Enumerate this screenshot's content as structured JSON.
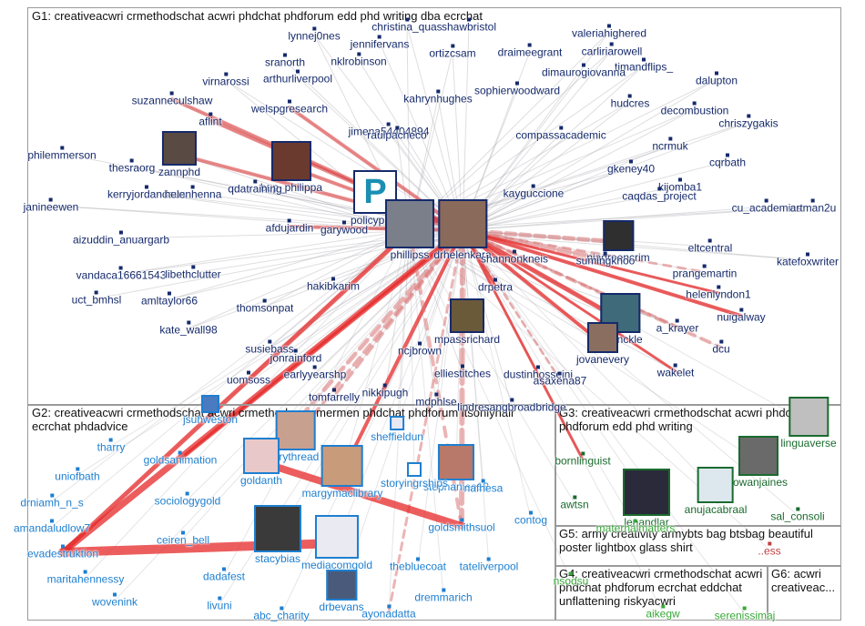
{
  "groups": [
    {
      "id": "G1",
      "title": "G1: creativeacwri crmethodschat acwri phdchat phdforum edd phd writing dba ecrchat",
      "color": "#152a6b"
    },
    {
      "id": "G2",
      "title": "G2: creativeacwri crmethodschat acwri crmethods gaymermen phdchat phdforum itsonlyhair ecrchat phdadvice",
      "color": "#1e7fd0"
    },
    {
      "id": "G3",
      "title": "G3: creativeacwri crmethodschat acwri phdchat phdforum edd phd writing",
      "color": "#1a6b2e"
    },
    {
      "id": "G5",
      "title": "G5: army creativity armybts bag btsbag beautiful poster lightbox glass shirt",
      "color": "#c04040"
    },
    {
      "id": "G4",
      "title": "G4: creativeacwri crmethodschat acwri phdchat phdforum ecrchat eddchat unflattening riskyacwri",
      "color": "#38a838"
    },
    {
      "id": "G6",
      "title": "G6: acwri creativeac...",
      "color": "#6a6a2a"
    }
  ],
  "nodes": [
    {
      "g": "G1",
      "label": "christina_quas"
    },
    {
      "g": "G1",
      "label": "shawbristol"
    },
    {
      "g": "G1",
      "label": "lynnej0nes"
    },
    {
      "g": "G1",
      "label": "jennifervans"
    },
    {
      "g": "G1",
      "label": "valeriahighered"
    },
    {
      "g": "G1",
      "label": "sranorth"
    },
    {
      "g": "G1",
      "label": "ortizcsam"
    },
    {
      "g": "G1",
      "label": "draimeegrant"
    },
    {
      "g": "G1",
      "label": "carliriarowell"
    },
    {
      "g": "G1",
      "label": "nklrobinson"
    },
    {
      "g": "G1",
      "label": "timandflips_"
    },
    {
      "g": "G1",
      "label": "dimaurogiovanna"
    },
    {
      "g": "G1",
      "label": "virnarossi"
    },
    {
      "g": "G1",
      "label": "arthurliverpool"
    },
    {
      "g": "G1",
      "label": "dalupton"
    },
    {
      "g": "G1",
      "label": "sophierwoodward"
    },
    {
      "g": "G1",
      "label": "kahrynhughes"
    },
    {
      "g": "G1",
      "label": "suzanneculshaw"
    },
    {
      "g": "G1",
      "label": "hudcres"
    },
    {
      "g": "G1",
      "label": "welspgresearch"
    },
    {
      "g": "G1",
      "label": "decombustion"
    },
    {
      "g": "G1",
      "label": "aflint"
    },
    {
      "g": "G1",
      "label": "chriszygakis"
    },
    {
      "g": "G1",
      "label": "jimena54404894"
    },
    {
      "g": "G1",
      "label": "raulpacheco"
    },
    {
      "g": "G1",
      "label": "compassacademic"
    },
    {
      "g": "G1",
      "label": "ncrmuk"
    },
    {
      "g": "G1",
      "label": "philemmerson"
    },
    {
      "g": "G1",
      "label": "zannphd",
      "avatar": true
    },
    {
      "g": "G1",
      "label": "bup_philippa",
      "avatar": true
    },
    {
      "g": "G1",
      "label": "thesraorg"
    },
    {
      "g": "G1",
      "label": "cqrbath"
    },
    {
      "g": "G1",
      "label": "gkeney40"
    },
    {
      "g": "G1",
      "label": "policypres",
      "avatar": true,
      "logo": "P"
    },
    {
      "g": "G1",
      "label": "kerryjordandaus"
    },
    {
      "g": "G1",
      "label": "helenhenna"
    },
    {
      "g": "G1",
      "label": "qdatraining"
    },
    {
      "g": "G1",
      "label": "kijomba1"
    },
    {
      "g": "G1",
      "label": "kayguccione"
    },
    {
      "g": "G1",
      "label": "caqdas_project"
    },
    {
      "g": "G1",
      "label": "janineewen"
    },
    {
      "g": "G1",
      "label": "cu_academics"
    },
    {
      "g": "G1",
      "label": "artman2u"
    },
    {
      "g": "G1",
      "label": "aizuddin_anuargarb"
    },
    {
      "g": "G1",
      "label": "afdujardin"
    },
    {
      "g": "G1",
      "label": "garywood"
    },
    {
      "g": "G1",
      "label": "phillipss",
      "avatar": true
    },
    {
      "g": "G1",
      "label": "drhelenkara",
      "avatar": true
    },
    {
      "g": "G1",
      "label": "niagreencrim",
      "avatar": true
    },
    {
      "g": "G1",
      "label": "eltcentral"
    },
    {
      "g": "G1",
      "label": "vandaca16661543"
    },
    {
      "g": "G1",
      "label": "libethclutter"
    },
    {
      "g": "G1",
      "label": "shannonkneis"
    },
    {
      "g": "G1",
      "label": "sumingkhoo"
    },
    {
      "g": "G1",
      "label": "katefoxwriter"
    },
    {
      "g": "G1",
      "label": "uct_bmhsl"
    },
    {
      "g": "G1",
      "label": "amltaylor66"
    },
    {
      "g": "G1",
      "label": "hakibkarim"
    },
    {
      "g": "G1",
      "label": "drpetra"
    },
    {
      "g": "G1",
      "label": "prangemartin"
    },
    {
      "g": "G1",
      "label": "thomsonpat"
    },
    {
      "g": "G1",
      "label": "helenlyndon1"
    },
    {
      "g": "G1",
      "label": "kate_wall98"
    },
    {
      "g": "G1",
      "label": "mpassrichard",
      "avatar": true
    },
    {
      "g": "G1",
      "label": "kayinckle",
      "avatar": true
    },
    {
      "g": "G1",
      "label": "nuigalway"
    },
    {
      "g": "G1",
      "label": "susiebass"
    },
    {
      "g": "G1",
      "label": "jonrainford"
    },
    {
      "g": "G1",
      "label": "a_krayer"
    },
    {
      "g": "G1",
      "label": "ncjbrown"
    },
    {
      "g": "G1",
      "label": "jovanevery",
      "avatar": true
    },
    {
      "g": "G1",
      "label": "dcu"
    },
    {
      "g": "G1",
      "label": "uomsoss"
    },
    {
      "g": "G1",
      "label": "earlyyearshp"
    },
    {
      "g": "G1",
      "label": "elliestitches"
    },
    {
      "g": "G1",
      "label": "dustinhosseini"
    },
    {
      "g": "G1",
      "label": "wakelet"
    },
    {
      "g": "G1",
      "label": "asaxena87"
    },
    {
      "g": "G1",
      "label": "nikkipugh"
    },
    {
      "g": "G1",
      "label": "tomfarrelly"
    },
    {
      "g": "G1",
      "label": "mdphlse"
    },
    {
      "g": "G1",
      "label": "lindresangbroadbridge"
    },
    {
      "g": "G2",
      "label": "jsuhweston",
      "avatar": true
    },
    {
      "g": "G2",
      "label": "arythread",
      "avatar": true
    },
    {
      "g": "G2",
      "label": "sheffieldun",
      "avatar": true
    },
    {
      "g": "G2",
      "label": "tharry"
    },
    {
      "g": "G2",
      "label": "goldanth",
      "avatar": true
    },
    {
      "g": "G2",
      "label": "margymaclibrary",
      "avatar": true
    },
    {
      "g": "G2",
      "label": "stephanieo18",
      "avatar": true
    },
    {
      "g": "G2",
      "label": "goldsanimation"
    },
    {
      "g": "G2",
      "label": "storyingrships",
      "avatar": true
    },
    {
      "g": "G2",
      "label": "uniofbath"
    },
    {
      "g": "G2",
      "label": "nafhesa"
    },
    {
      "g": "G2",
      "label": "drniamh_n_s"
    },
    {
      "g": "G2",
      "label": "sociologygold"
    },
    {
      "g": "G2",
      "label": "contog"
    },
    {
      "g": "G2",
      "label": "amandaludlow7"
    },
    {
      "g": "G2",
      "label": "ceiren_bell"
    },
    {
      "g": "G2",
      "label": "goldsmithsuol"
    },
    {
      "g": "G2",
      "label": "evadestruktion"
    },
    {
      "g": "G2",
      "label": "stacybias",
      "avatar": true
    },
    {
      "g": "G2",
      "label": "mediacomgold",
      "avatar": true
    },
    {
      "g": "G2",
      "label": "maritahennessy"
    },
    {
      "g": "G2",
      "label": "thebluecoat"
    },
    {
      "g": "G2",
      "label": "tateliverpool"
    },
    {
      "g": "G2",
      "label": "dadafest"
    },
    {
      "g": "G2",
      "label": "wovenink"
    },
    {
      "g": "G2",
      "label": "drbevans",
      "avatar": true
    },
    {
      "g": "G2",
      "label": "dremmarich"
    },
    {
      "g": "G2",
      "label": "livuni"
    },
    {
      "g": "G2",
      "label": "abc_charity"
    },
    {
      "g": "G2",
      "label": "ayonadatta"
    },
    {
      "g": "G3",
      "label": "linguaverse",
      "avatar": true
    },
    {
      "g": "G3",
      "label": "bornlinguist"
    },
    {
      "g": "G3",
      "label": "rowanjaines",
      "avatar": true
    },
    {
      "g": "G3",
      "label": "lenandlar",
      "avatar": true
    },
    {
      "g": "G3",
      "label": "anujacabraal",
      "avatar": true
    },
    {
      "g": "G3",
      "label": "awtsn"
    },
    {
      "g": "G3",
      "label": "sal_consoli"
    },
    {
      "g": "G4",
      "label": "maternalmatters"
    },
    {
      "g": "G4",
      "label": "nsodsu"
    },
    {
      "g": "G4",
      "label": "aikegw"
    },
    {
      "g": "G4",
      "label": "serenissimaj"
    },
    {
      "g": "G5",
      "label": "..ess"
    }
  ]
}
